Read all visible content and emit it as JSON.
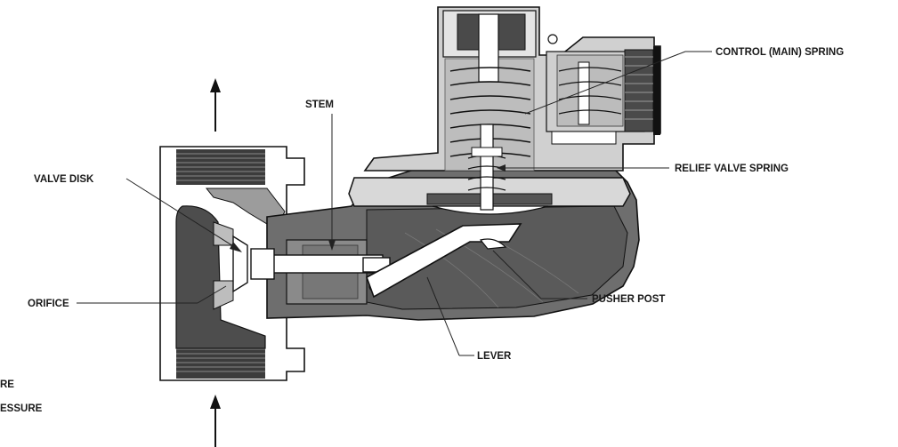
{
  "colors": {
    "body_light": "#d0d0d0",
    "body_mid": "#a6a6a6",
    "body_dark": "#6e6e6e",
    "body_darkest": "#4a4a4a",
    "outline": "#111111",
    "white": "#ffffff"
  },
  "labels": {
    "control_spring": "CONTROL (MAIN) SPRING",
    "stem": "STEM",
    "valve_disk": "VALVE DISK",
    "relief_spring": "RELIEF VALVE SPRING",
    "orifice": "ORIFICE",
    "pusher_post": "PUSHER POST",
    "lever": "LEVER",
    "outlet_fragment_1": "RE",
    "outlet_fragment_2": "ESSURE"
  }
}
